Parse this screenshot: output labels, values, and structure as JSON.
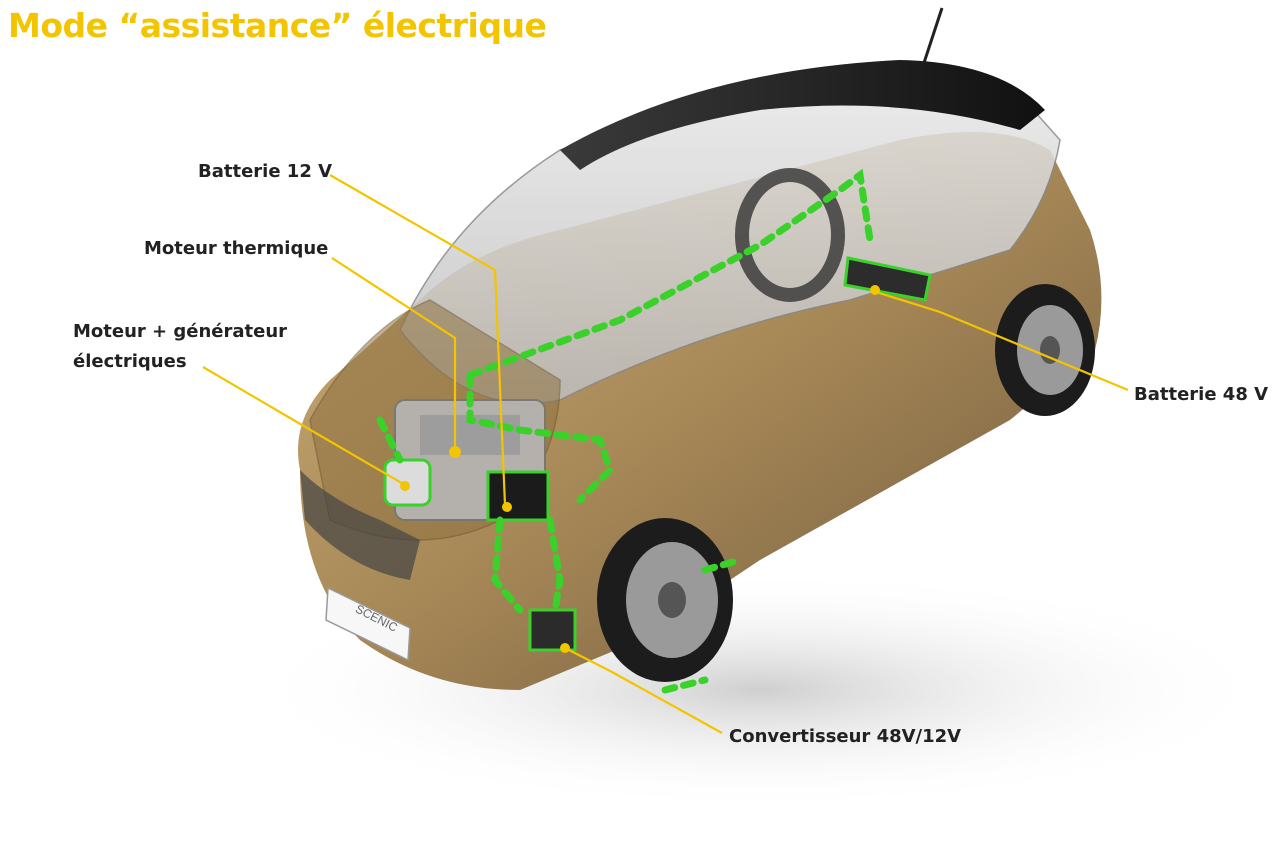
{
  "title": "Mode “assistance” électrique",
  "labels": {
    "batterie_12v": "Batterie 12 V",
    "moteur_thermique": "Moteur thermique",
    "generateur_line1": "Moteur + générateur",
    "generateur_line2": "électriques",
    "batterie_48v": "Batterie 48 V",
    "convertisseur": "Convertisseur 48V/12V"
  },
  "badge": "SCENIC",
  "colors": {
    "title": "#f3c400",
    "leader_line": "#f3c400",
    "energy_flow": "#39d12a",
    "body_paint": "#a8854f",
    "roof": "#2a2a2a"
  }
}
